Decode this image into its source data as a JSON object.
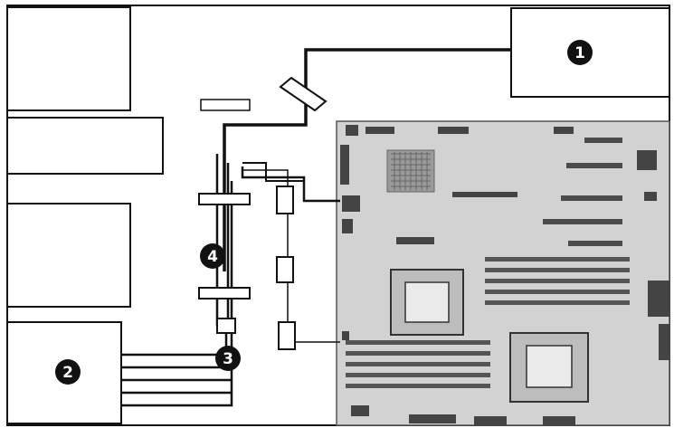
{
  "diagram": {
    "type": "server cable routing illustration",
    "callouts": [
      {
        "id": "callout-1",
        "label": "1"
      },
      {
        "id": "callout-2",
        "label": "2"
      },
      {
        "id": "callout-3",
        "label": "3"
      },
      {
        "id": "callout-4",
        "label": "4"
      }
    ],
    "colors": {
      "line": "#111111",
      "board": "#cfcfcf",
      "board_dark": "#6f6f6f",
      "callout_fill": "#111111",
      "callout_text": "#ffffff",
      "background": "#ffffff"
    }
  }
}
